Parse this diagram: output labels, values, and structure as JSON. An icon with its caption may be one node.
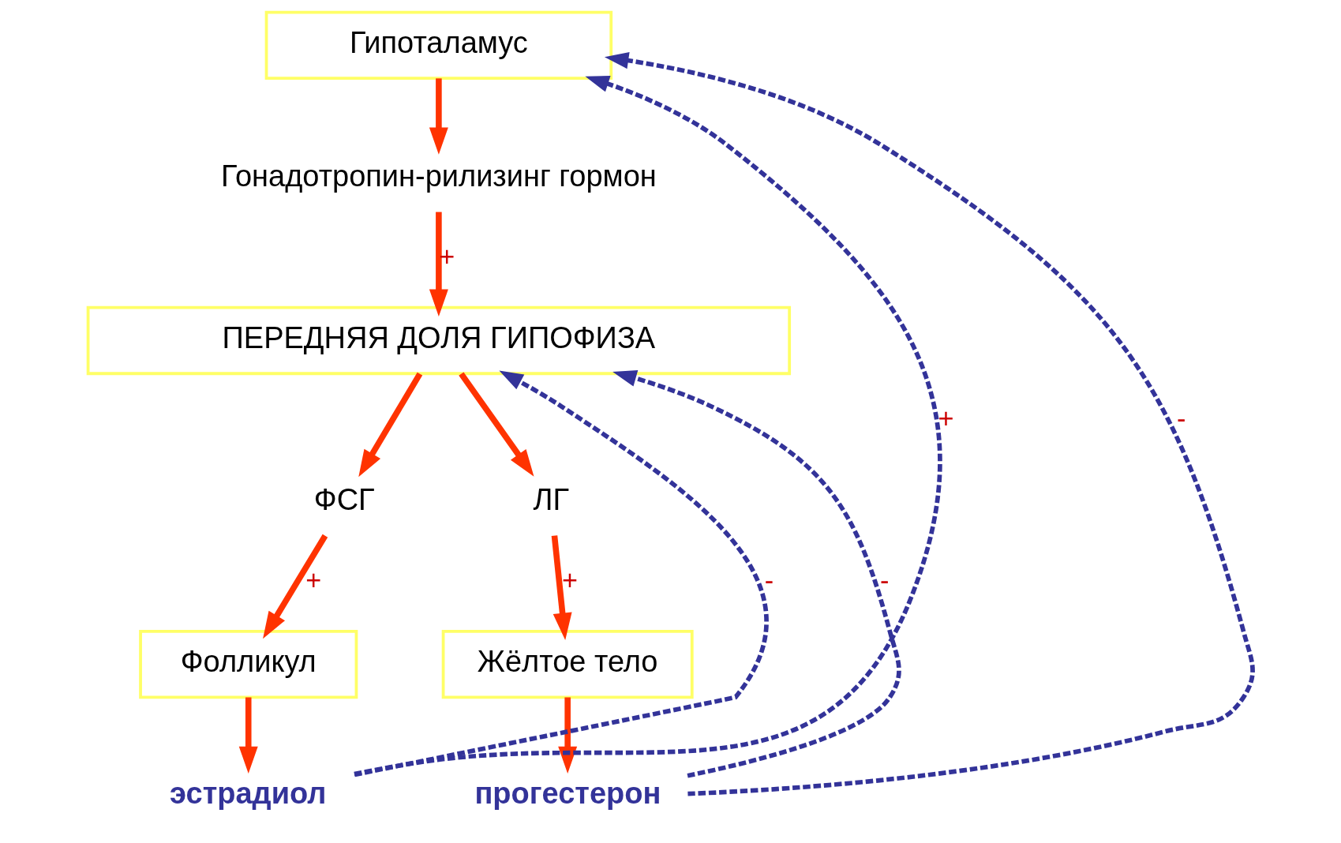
{
  "diagram": {
    "nodes": [
      {
        "text": [
          "Гипоталамус"
        ]
      },
      {
        "text": [
          "Гонадотропин-рилизинг гормон"
        ]
      },
      {
        "text": [
          "ПЕРЕДНЯЯ ДОЛЯ ГИПОФИЗА"
        ]
      },
      {
        "text": [
          "ФСГ"
        ]
      },
      {
        "text": [
          "ЛГ"
        ]
      },
      {
        "text": [
          "Фолликул"
        ]
      },
      {
        "text": [
          "Жёлтое тело"
        ]
      },
      {
        "text": [
          "эстрадиол"
        ]
      },
      {
        "text": [
          "прогестерон"
        ]
      }
    ],
    "edges": [
      {
        "from": 0,
        "to": 1,
        "arrow": "to"
      },
      {
        "from": 1,
        "to": 2,
        "arrow": "to",
        "label": "+"
      },
      {
        "from": 2,
        "to": 3,
        "arrow": "to"
      },
      {
        "from": 2,
        "to": 4,
        "arrow": "to"
      },
      {
        "from": 3,
        "to": 5,
        "arrow": "to",
        "label": "+"
      },
      {
        "from": 4,
        "to": 6,
        "arrow": "to",
        "label": "+"
      },
      {
        "from": 5,
        "to": 7,
        "arrow": "to"
      },
      {
        "from": 6,
        "to": 8,
        "arrow": "to"
      },
      {
        "from": 7,
        "to": 0,
        "arrow": "to",
        "label": "+",
        "style": "dashed",
        "color": "#333399"
      },
      {
        "from": 7,
        "to": 2,
        "arrow": "to",
        "label": "-",
        "style": "dashed",
        "color": "#333399"
      },
      {
        "from": 8,
        "to": 0,
        "arrow": "to",
        "label": "-",
        "style": "dashed",
        "color": "#333399"
      },
      {
        "from": 8,
        "to": 2,
        "arrow": "to",
        "label": "-",
        "style": "dashed",
        "color": "#333399"
      }
    ]
  }
}
